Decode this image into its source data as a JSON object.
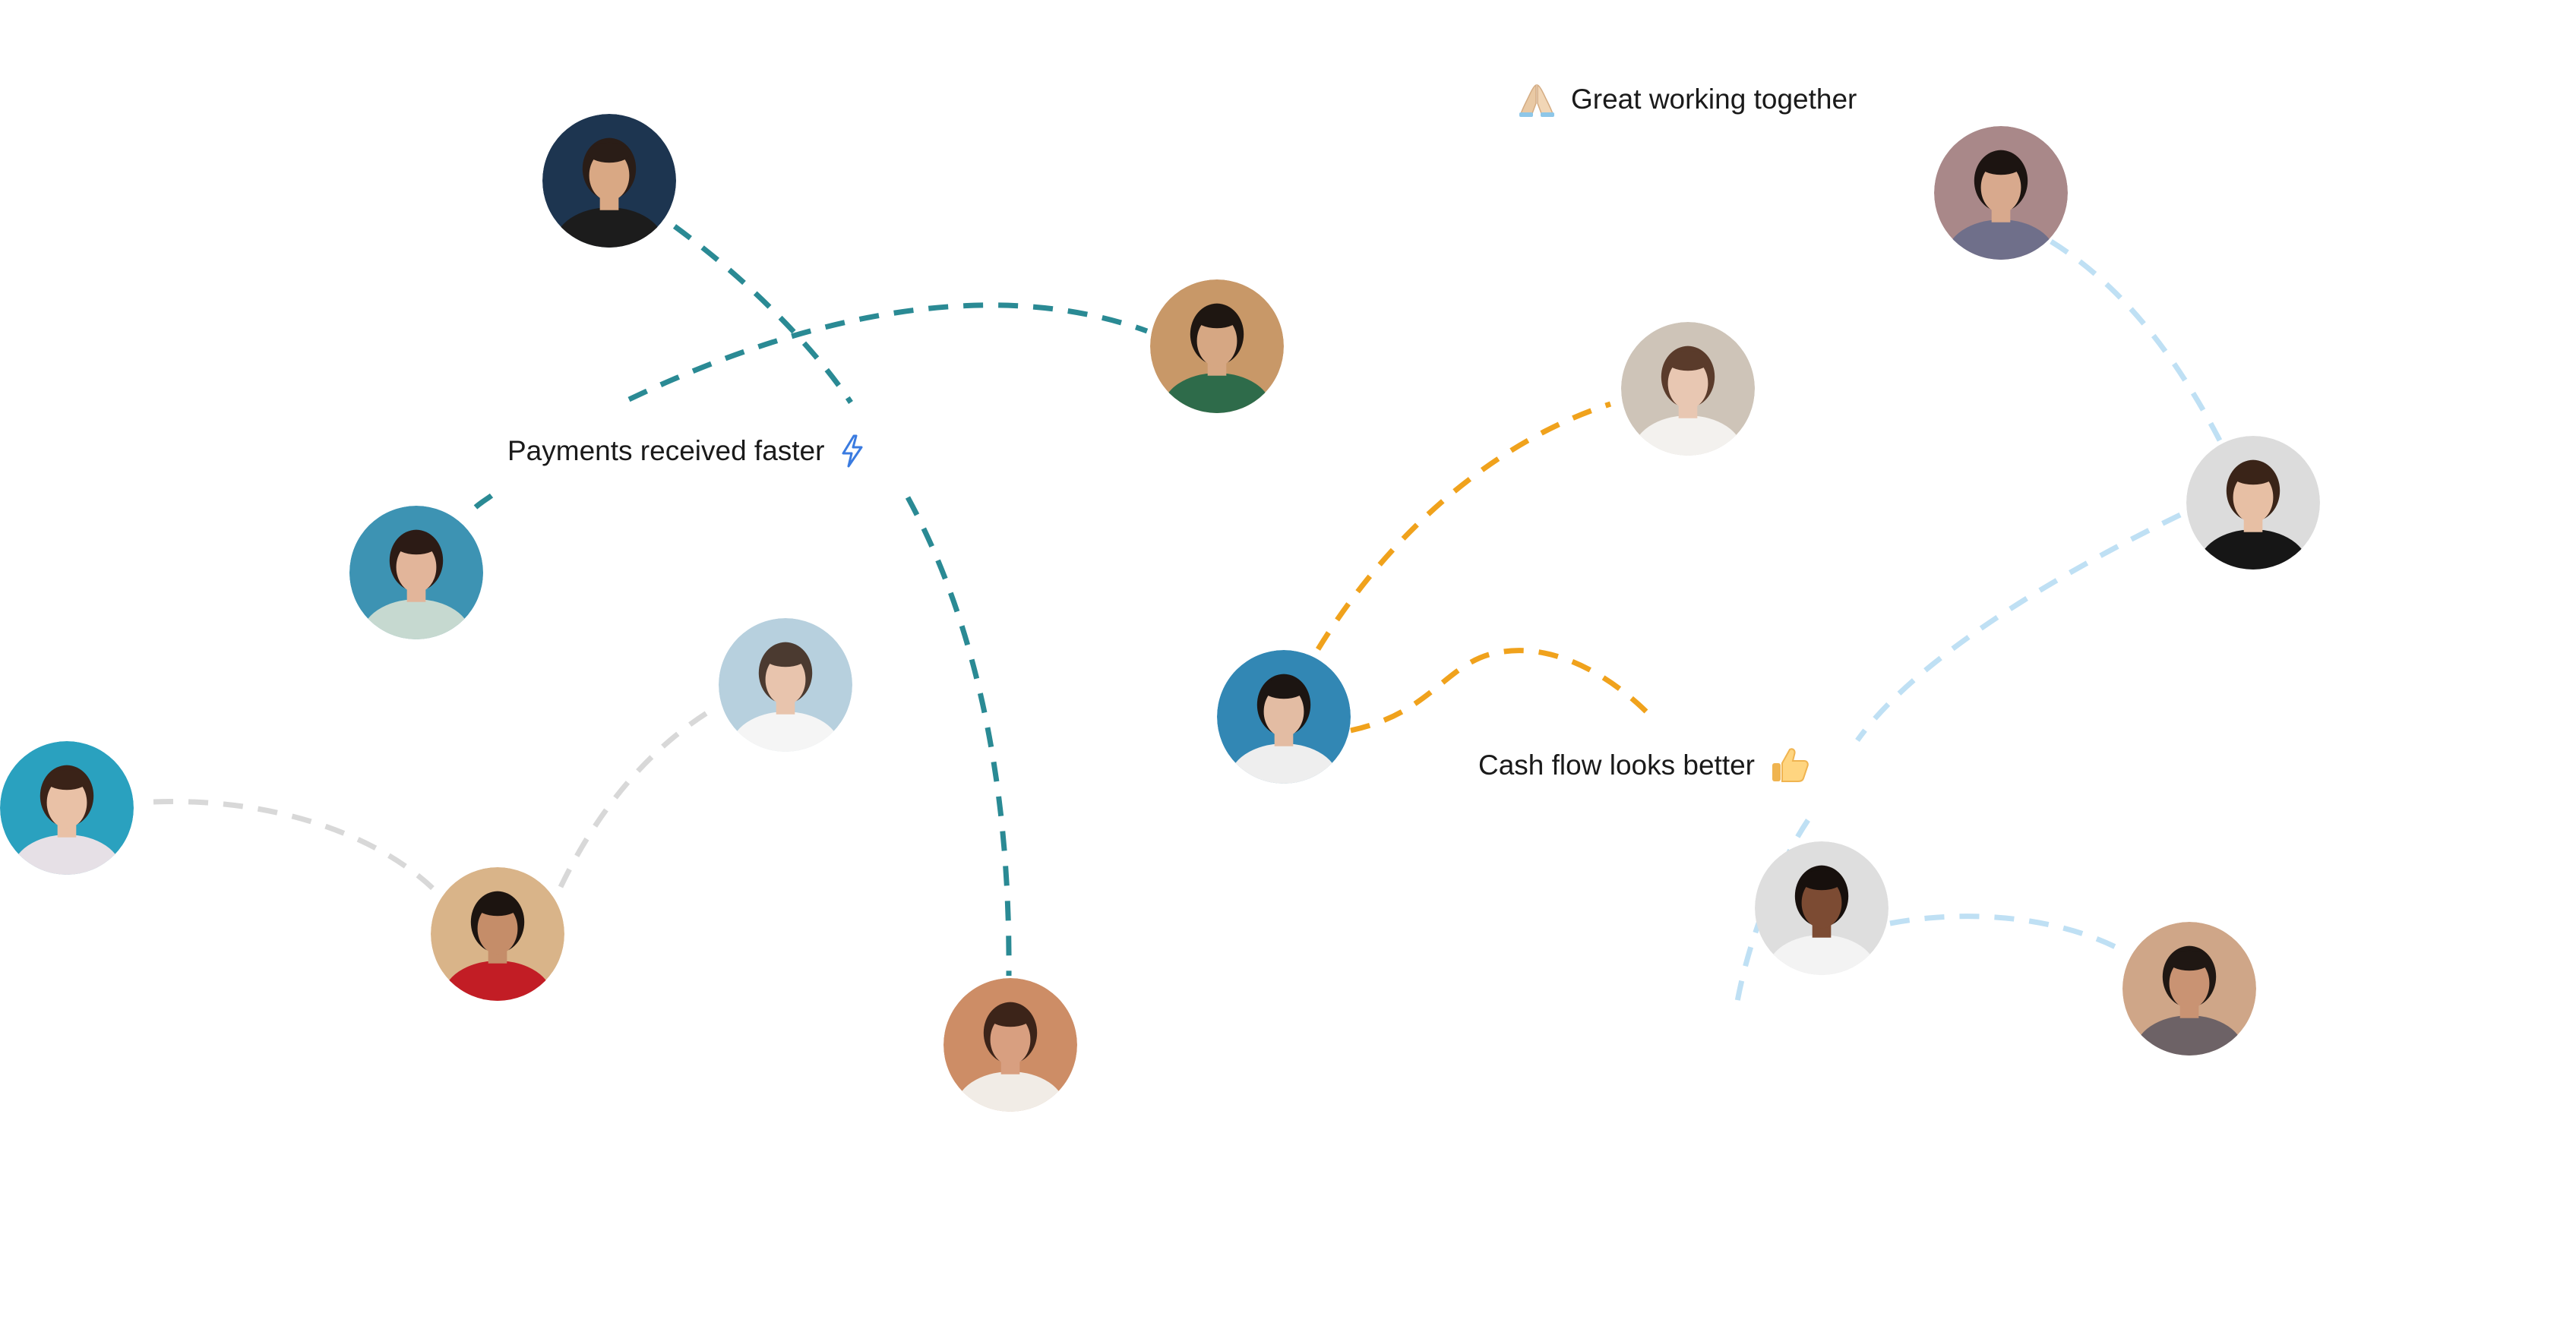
{
  "palette": {
    "teal": "#2a8a94",
    "orange": "#f0a21c",
    "light_blue": "#bfe0f4",
    "light_gray": "#d8d8d8",
    "blue_icon": "#3a7be0",
    "thumb": "#ffd580",
    "palms": "#e9c9a4"
  },
  "captions": {
    "payments": {
      "text": "Payments received faster",
      "icon": "lightning-icon"
    },
    "cashflow": {
      "text": "Cash flow looks better",
      "icon": "thumbs-up-icon"
    },
    "together": {
      "text": "Great working together",
      "icon": "folded-hands-icon"
    }
  },
  "avatars": [
    {
      "id": "smiling-man-dark-shirt",
      "bg": "#1d3550",
      "skin": "#d9a884",
      "hair": "#2a1d17",
      "shirt": "#1c1c1c"
    },
    {
      "id": "man-glasses-green-shirt",
      "bg": "#c89868",
      "skin": "#d6a783",
      "hair": "#1e1611",
      "shirt": "#2e6b4a"
    },
    {
      "id": "woman-curly-hair-floral",
      "bg": "#3d93b3",
      "skin": "#e2b59a",
      "hair": "#2c1b15",
      "shirt": "#c6d9d0"
    },
    {
      "id": "young-man-white-tee",
      "bg": "#b7d0de",
      "skin": "#e8c4ad",
      "hair": "#4b3a30",
      "shirt": "#f5f5f5"
    },
    {
      "id": "woman-bob-teal-bg",
      "bg": "#2aa1bf",
      "skin": "#e9c1a6",
      "hair": "#3a2318",
      "shirt": "#e6e0e6"
    },
    {
      "id": "man-beard-red-tee",
      "bg": "#d9b489",
      "skin": "#c58d69",
      "hair": "#1c1410",
      "shirt": "#c21d25"
    },
    {
      "id": "woman-wavy-hair-white-top",
      "bg": "#cd8d66",
      "skin": "#d89f80",
      "hair": "#3c2419",
      "shirt": "#f1ece6"
    },
    {
      "id": "woman-long-hair-gray-bg",
      "bg": "#cec4b8",
      "skin": "#e8c7b2",
      "hair": "#5a3b2b",
      "shirt": "#f3f1ee"
    },
    {
      "id": "young-man-curly-hoodie",
      "bg": "#3287b4",
      "skin": "#e3bca3",
      "hair": "#1c1512",
      "shirt": "#eeeeee"
    },
    {
      "id": "man-smiling-mauve-bg",
      "bg": "#a98889",
      "skin": "#d8a98d",
      "hair": "#1c1411",
      "shirt": "#6f6f8a"
    },
    {
      "id": "man-black-tee",
      "bg": "#dcdcdc",
      "skin": "#e7bfa4",
      "hair": "#3a2418",
      "shirt": "#161616"
    },
    {
      "id": "woman-afro-smiling",
      "bg": "#dedede",
      "skin": "#7c4b33",
      "hair": "#17100d",
      "shirt": "#f3f3f3"
    },
    {
      "id": "man-plaid-shirt",
      "bg": "#cfa688",
      "skin": "#c99373",
      "hair": "#1f1713",
      "shirt": "#6d6266"
    }
  ]
}
